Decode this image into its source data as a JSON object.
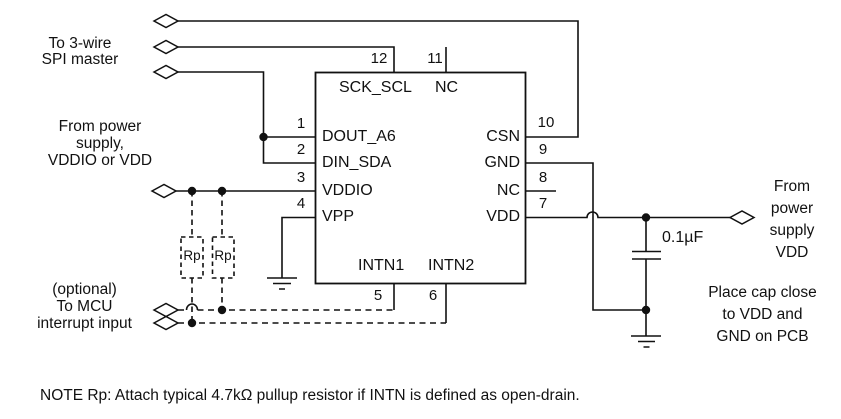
{
  "diagram": {
    "left_labels": {
      "spi_master": "To 3-wire\nSPI master",
      "power_supply": "From power\nsupply,\nVDDIO or VDD",
      "mcu_interrupt": "(optional)\nTo MCU\ninterrupt input"
    },
    "right_labels": {
      "power_vdd": "From\npower\nsupply\nVDD",
      "place_cap": "Place cap close\nto VDD and\nGND on PCB"
    },
    "capacitor": {
      "value": "0.1µF"
    },
    "resistors": {
      "label": "Rp"
    },
    "chip": {
      "top_pins": [
        {
          "num": "12",
          "name": "SCK_SCL"
        },
        {
          "num": "11",
          "name": "NC"
        }
      ],
      "left_pins": [
        {
          "num": "1",
          "name": "DOUT_A6"
        },
        {
          "num": "2",
          "name": "DIN_SDA"
        },
        {
          "num": "3",
          "name": "VDDIO"
        },
        {
          "num": "4",
          "name": "VPP"
        }
      ],
      "right_pins": [
        {
          "num": "10",
          "name": "CSN"
        },
        {
          "num": "9",
          "name": "GND"
        },
        {
          "num": "8",
          "name": "NC"
        },
        {
          "num": "7",
          "name": "VDD"
        }
      ],
      "bottom_pins": [
        {
          "num": "5",
          "name": "INTN1"
        },
        {
          "num": "6",
          "name": "INTN2"
        }
      ]
    },
    "note": "NOTE Rp: Attach typical 4.7kΩ pullup resistor if INTN is defined as open-drain."
  },
  "colors": {
    "line": "#111111",
    "text": "#111111",
    "background": "#ffffff"
  }
}
